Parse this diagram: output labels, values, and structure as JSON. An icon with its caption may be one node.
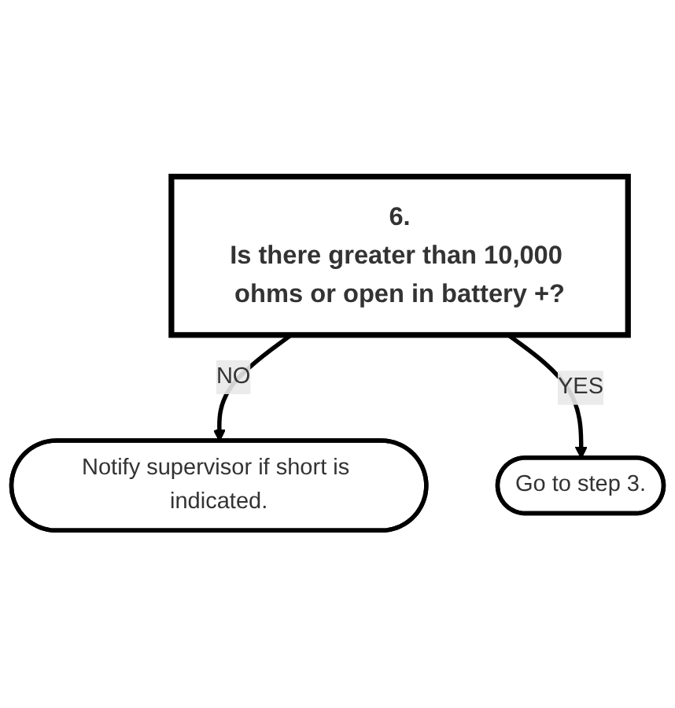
{
  "diagram": {
    "nodes": [
      {
        "text": [
          "6.",
          "Is there greater than 10,000 ohms or open in battery +?"
        ]
      },
      {
        "text": [
          "Notify supervisor if short is indicated."
        ]
      },
      {
        "text": [
          "Go to step 3."
        ]
      }
    ],
    "edges": [
      {
        "from": 0,
        "to": 1,
        "arrow": "to",
        "label": "NO"
      },
      {
        "from": 0,
        "to": 2,
        "arrow": "to",
        "label": "YES"
      }
    ]
  }
}
